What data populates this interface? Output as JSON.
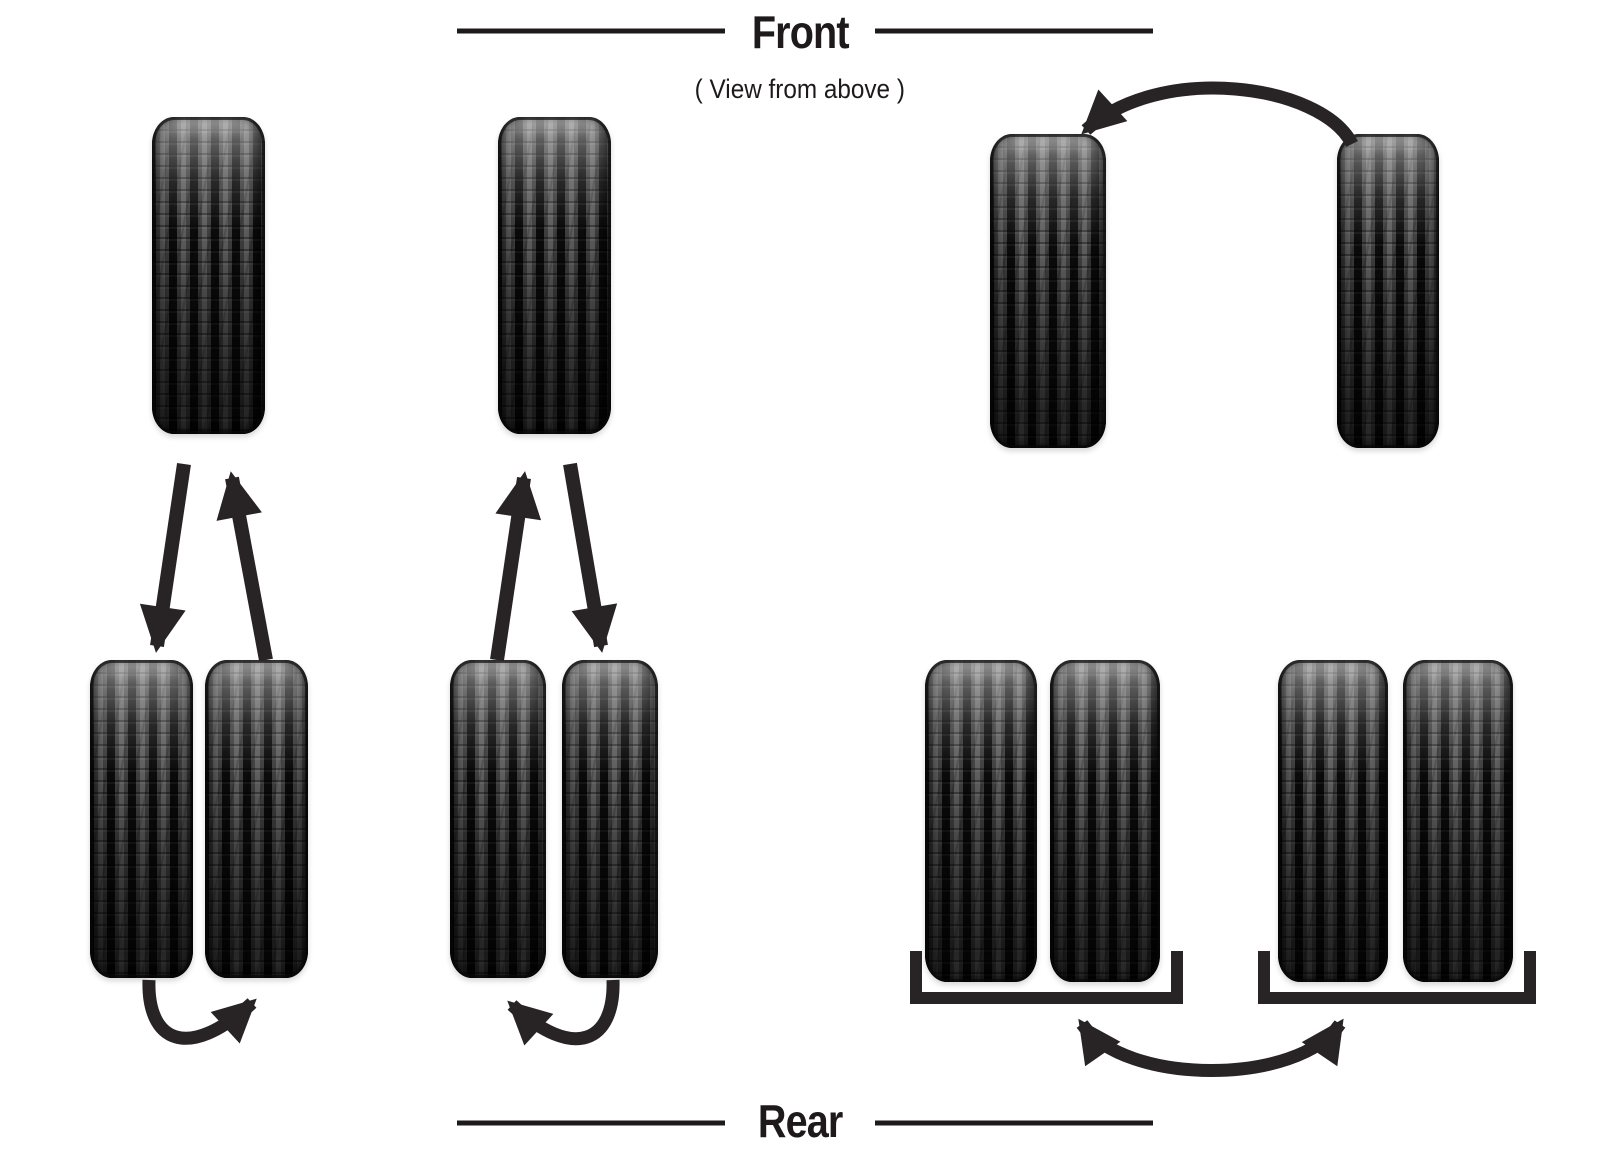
{
  "colors": {
    "background": "#ffffff",
    "ink": "#1e1a1b",
    "arrow": "#282324",
    "tire_groove": "#0b0b0b",
    "tire_rib": "#5f5f5f"
  },
  "header": {
    "title": "Front",
    "subtitle": "( View from above )"
  },
  "footer": {
    "title": "Rear"
  },
  "icons": {
    "arrowhead": "filled-triangle",
    "arrows": [
      "front-to-rear-down-arrow-1",
      "rear-to-front-up-arrow-1",
      "rear-to-front-up-arrow-2",
      "front-to-rear-down-arrow-2",
      "front-axle-swap-curved-arrow",
      "rear-dual-swap-curved-arrow-1",
      "rear-dual-swap-curved-arrow-2",
      "rear-axle-pair-swap-double-arrow"
    ]
  }
}
